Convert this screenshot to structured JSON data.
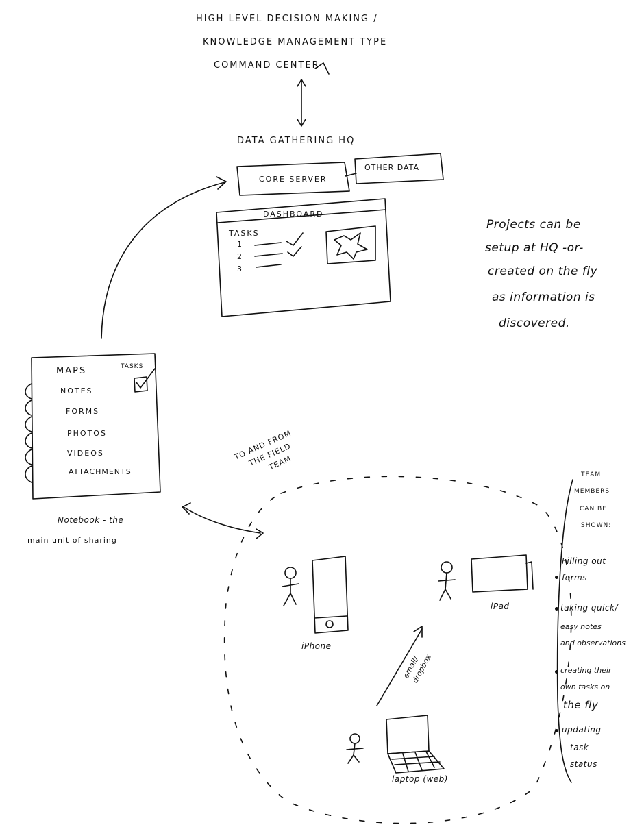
{
  "command_center": {
    "line1": "HIGH LEVEL DECISION MAKING /",
    "line2": "KNOWLEDGE MANAGEMENT TYPE",
    "line3": "COMMAND CENTER"
  },
  "hq": {
    "title": "DATA GATHERING HQ",
    "core_server": "CORE SERVER",
    "other_data": "OTHER DATA"
  },
  "dashboard": {
    "title": "DASHBOARD",
    "tasks_label": "TASKS",
    "task_numbers": [
      "1",
      "2",
      "3"
    ]
  },
  "projects_note": {
    "line1": "Projects can be",
    "line2": "setup at HQ -or-",
    "line3": "created on the fly",
    "line4": "as information is",
    "line5": "discovered."
  },
  "notebook": {
    "items": [
      "MAPS",
      "NOTES",
      "FORMS",
      "PHOTOS",
      "VIDEOS",
      "ATTACHMENTS"
    ],
    "tasks_label": "TASKS",
    "caption1": "Notebook - the",
    "caption2": "main unit of sharing"
  },
  "field_link": {
    "line1": "TO AND FROM",
    "line2": "THE FIELD",
    "line3": "TEAM"
  },
  "field_team": {
    "iphone": "iPhone",
    "ipad": "iPad",
    "laptop": "laptop (web)",
    "email_link_1": "email/",
    "email_link_2": "dropbox"
  },
  "team_members": {
    "header1": "TEAM",
    "header2": "MEMBERS",
    "header3": "CAN BE",
    "header4": "SHOWN:",
    "bullets": [
      [
        "Filling out",
        "forms"
      ],
      [
        "taking quick/",
        "easy notes",
        "and observations"
      ],
      [
        "creating their",
        "own tasks on",
        "the fly"
      ],
      [
        "updating",
        "task",
        "status"
      ]
    ]
  }
}
